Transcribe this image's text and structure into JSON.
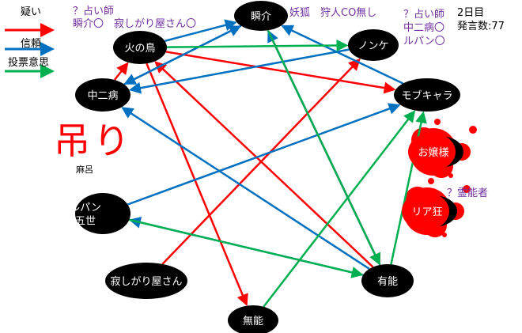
{
  "legend": [
    {
      "label": "疑い",
      "color": "#ff0000"
    },
    {
      "label": "信頼",
      "color": "#0070c0"
    },
    {
      "label": "投票意思",
      "color": "#00b050"
    }
  ],
  "notes": {
    "seer1_title": "？占い師",
    "seer1_body": "瞬介〇　寂しがり屋さん〇",
    "fox_hunter": "妖狐　狩人CO無し",
    "seer2_title": "？占い師",
    "seer2_line1": "中二病〇",
    "seer2_line2": "ルパン〇",
    "day": "2日目",
    "remarks": "発言数:77",
    "medium": "？霊能者",
    "hanged": "吊り",
    "hanged_name": "麻呂"
  },
  "nodes": [
    {
      "id": "hinotori",
      "label": "火の鳥",
      "dead": false
    },
    {
      "id": "shunsuke",
      "label": "瞬介",
      "dead": false
    },
    {
      "id": "nonke",
      "label": "ノンケ",
      "dead": false
    },
    {
      "id": "chuuni",
      "label": "中二病",
      "dead": false
    },
    {
      "id": "mob",
      "label": "モブキャラ",
      "dead": false
    },
    {
      "id": "ojou",
      "label": "お嬢様",
      "dead": true
    },
    {
      "id": "riakyou",
      "label": "リア狂",
      "dead": true
    },
    {
      "id": "lupin",
      "label": "ルパン\n五世",
      "dead": false
    },
    {
      "id": "sabishi",
      "label": "寂しがり屋さん",
      "dead": false
    },
    {
      "id": "yuunou",
      "label": "有能",
      "dead": false
    },
    {
      "id": "munou",
      "label": "無能",
      "dead": false
    }
  ],
  "edges": [
    {
      "from": "chuuni",
      "to": "hinotori",
      "type": "suspicion"
    },
    {
      "from": "yuunou",
      "to": "hinotori",
      "type": "suspicion"
    },
    {
      "from": "hinotori",
      "to": "munou",
      "type": "suspicion"
    },
    {
      "from": "hinotori",
      "to": "mob",
      "type": "suspicion"
    },
    {
      "from": "sabishi",
      "to": "nonke",
      "type": "suspicion"
    },
    {
      "from": "shunsuke",
      "to": "yuunou",
      "type": "suspicion"
    },
    {
      "from": "chuuni",
      "to": "shunsuke",
      "type": "trust"
    },
    {
      "from": "hinotori",
      "to": "shunsuke",
      "type": "trust"
    },
    {
      "from": "nonke",
      "to": "chuuni",
      "type": "trust"
    },
    {
      "from": "mob",
      "to": "shunsuke",
      "type": "trust"
    },
    {
      "from": "yuunou",
      "to": "shunsuke",
      "type": "trust"
    },
    {
      "from": "yuunou",
      "to": "chuuni",
      "type": "trust"
    },
    {
      "from": "yuunou",
      "to": "lupin",
      "type": "trust"
    },
    {
      "from": "lupin",
      "to": "mob",
      "type": "trust"
    },
    {
      "from": "shunsuke",
      "to": "chuuni",
      "type": "trust"
    },
    {
      "from": "hinotori",
      "to": "nonke",
      "type": "vote"
    },
    {
      "from": "shunsuke",
      "to": "yuunou",
      "type": "vote"
    },
    {
      "from": "lupin",
      "to": "yuunou",
      "type": "vote"
    },
    {
      "from": "munou",
      "to": "mob",
      "type": "vote"
    },
    {
      "from": "yuunou",
      "to": "mob",
      "type": "vote"
    }
  ]
}
